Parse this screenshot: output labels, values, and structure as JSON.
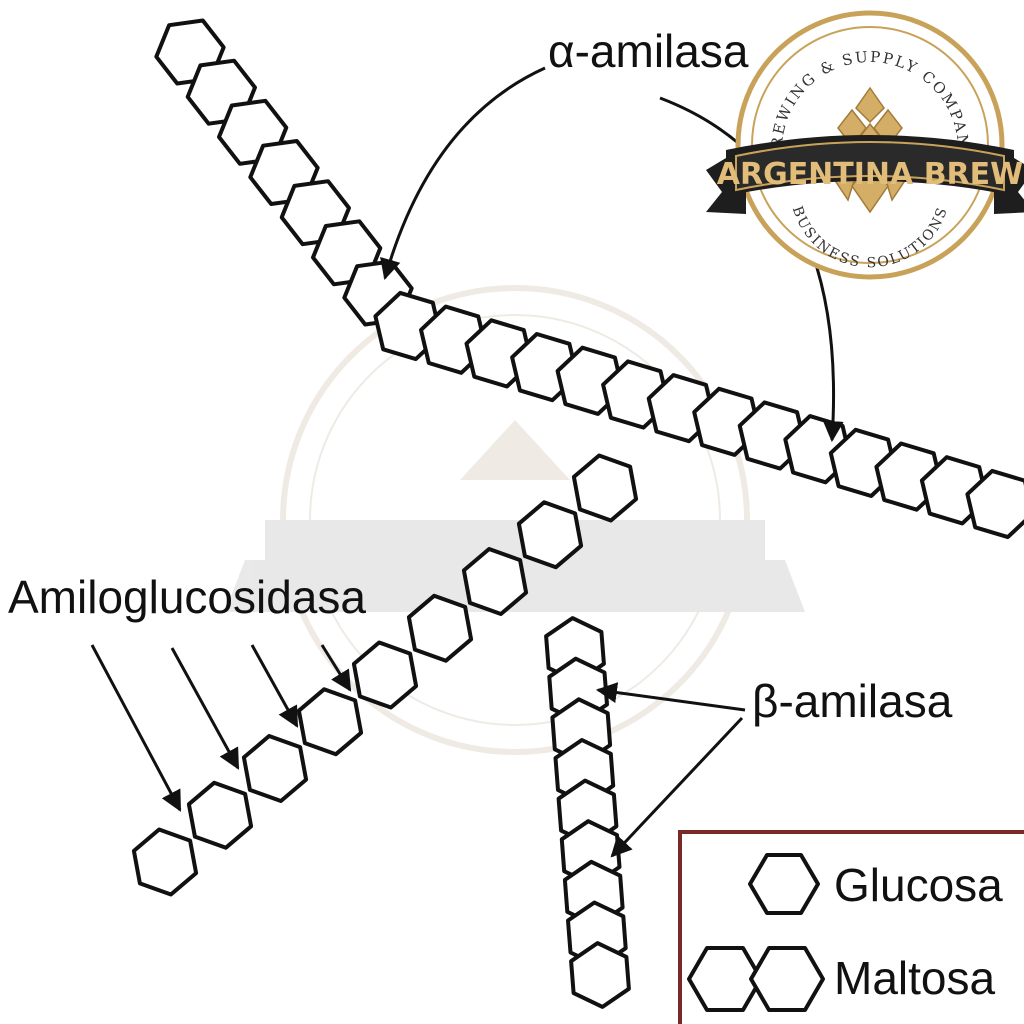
{
  "labels": {
    "alpha_amylase": "α-amilasa",
    "amyloglucosidase": "Amiloglucosidasa",
    "beta_amylase": "β-amilasa"
  },
  "legend": {
    "glucose": "Glucosa",
    "maltose": "Maltosa"
  },
  "logo": {
    "name": "ARGENTINA BREW",
    "top_arc": "BREWING & SUPPLY COMPANY",
    "bottom_arc": "BUSINESS SOLUTIONS"
  },
  "colors": {
    "legend_border": "#7a2a26",
    "logo_gold": "#c9a25a",
    "logo_banner": "#1e1e1e"
  }
}
